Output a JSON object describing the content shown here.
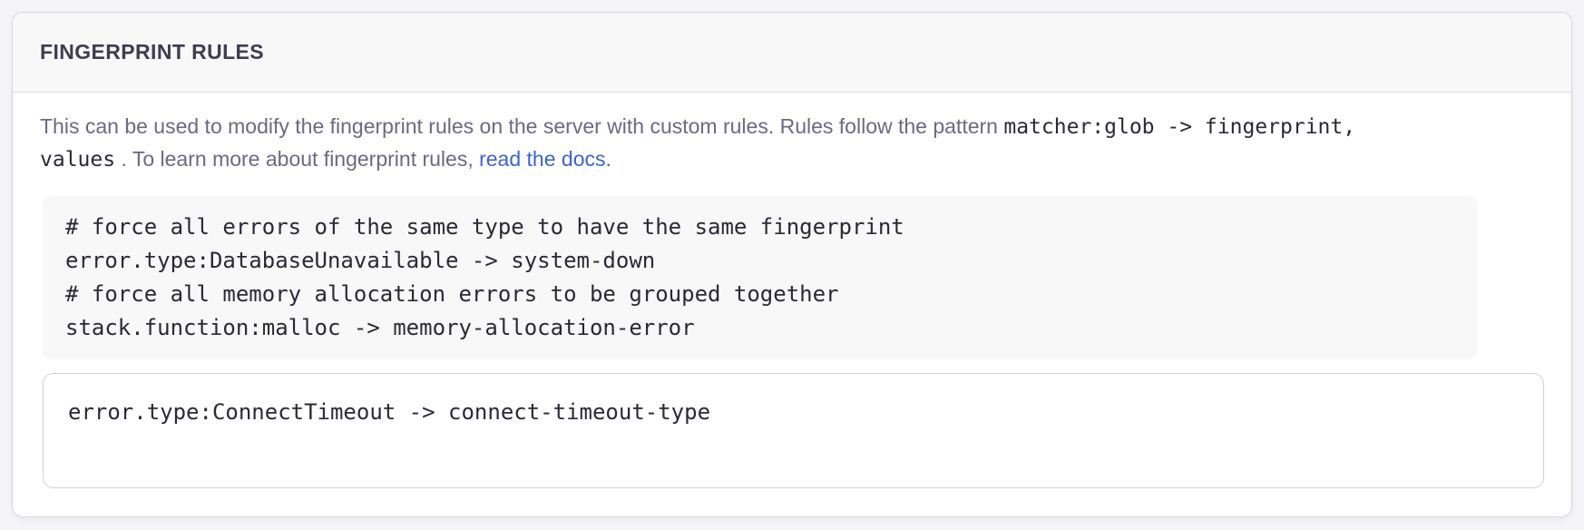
{
  "panel": {
    "title": "FINGERPRINT RULES"
  },
  "description": {
    "intro": "This can be used to modify the fingerprint rules on the server with custom rules. Rules follow the pattern",
    "pattern_code_line1": "matcher:glob -> fingerprint,",
    "pattern_code_line2": "values",
    "after_code": ". To learn more about fingerprint rules,",
    "link_label": "read the docs."
  },
  "example": {
    "code": "# force all errors of the same type to have the same fingerprint\nerror.type:DatabaseUnavailable -> system-down\n# force all memory allocation errors to be grouped together\nstack.function:malloc -> memory-allocation-error"
  },
  "input": {
    "value": "error.type:ConnectTimeout -> connect-timeout-type"
  },
  "colors": {
    "page_background": "#f5f4f8",
    "panel_background": "#ffffff",
    "panel_border": "#d8d5e0",
    "header_background": "#f8f8f9",
    "header_text": "#413c4f",
    "description_text": "#6e6980",
    "code_text": "#2c2936",
    "code_block_background": "#f8f8f9",
    "input_border": "#d3d0dc",
    "link": "#3b63d3"
  }
}
